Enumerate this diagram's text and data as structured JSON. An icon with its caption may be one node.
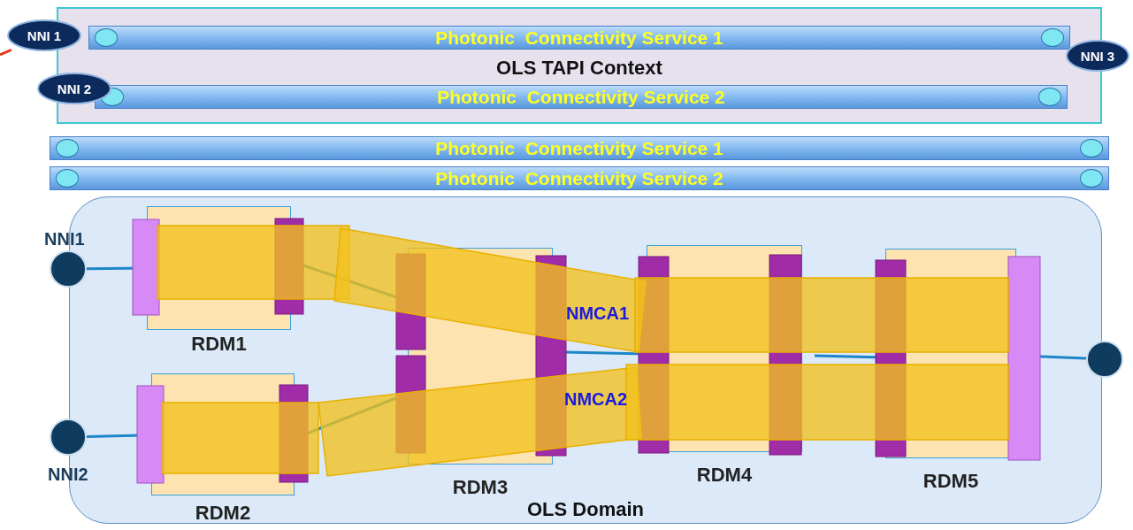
{
  "diagram": {
    "nodes": [
      {
        "text": [
          "OLS TAPI Context"
        ]
      },
      {
        "text": [
          "Photonic  Connectivity Service 1"
        ],
        "in": 0
      },
      {
        "text": [
          "Photonic  Connectivity Service 2"
        ],
        "in": 0
      },
      {
        "text": [
          "NNI 1"
        ]
      },
      {
        "text": [
          "NNI 2"
        ]
      },
      {
        "text": [
          "NNI 3"
        ]
      },
      {
        "text": [
          "Photonic  Connectivity Service 1"
        ]
      },
      {
        "text": [
          "Photonic  Connectivity Service 2"
        ]
      },
      {
        "text": [
          "OLS Domain"
        ]
      },
      {
        "text": [
          "RDM1"
        ],
        "in": 8
      },
      {
        "text": [
          "RDM2"
        ],
        "in": 8
      },
      {
        "text": [
          "RDM3"
        ],
        "in": 8
      },
      {
        "text": [
          "RDM4"
        ],
        "in": 8
      },
      {
        "text": [
          "RDM5"
        ],
        "in": 8
      },
      {
        "text": [
          "NNI1"
        ]
      },
      {
        "text": [
          "NNI2"
        ]
      },
      {
        "text": [],
        "shape": "circle"
      }
    ],
    "edges": [
      {
        "from": 14,
        "to": 9,
        "arrow": "none"
      },
      {
        "from": 15,
        "to": 10,
        "arrow": "none"
      },
      {
        "from": 13,
        "to": 16,
        "arrow": "none"
      },
      {
        "from": null,
        "to": 3,
        "arrow": "none",
        "style": "dashed",
        "color": "#e53a1e"
      },
      {
        "from": 9,
        "to": 11,
        "arrow": "none"
      },
      {
        "from": 10,
        "to": 11,
        "arrow": "none"
      },
      {
        "from": 11,
        "to": 12,
        "arrow": "none"
      },
      {
        "from": 12,
        "to": 13,
        "arrow": "none"
      }
    ],
    "labels": [
      "NMCA1",
      "NMCA2"
    ]
  }
}
